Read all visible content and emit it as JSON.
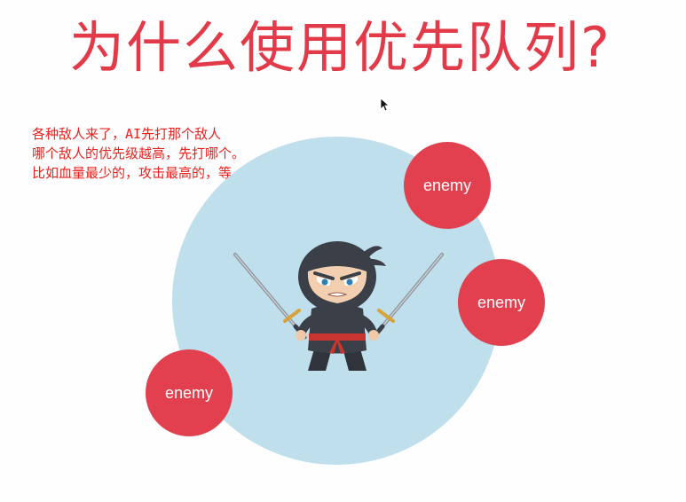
{
  "slide": {
    "title": "为什么使用优先队列?",
    "notes": [
      "各种敌人来了，AI先打那个敌人",
      "哪个敌人的优先级越高，先打哪个。",
      "比如血量最少的，攻击最高的，等。"
    ]
  },
  "illustration": {
    "enemies": [
      {
        "label": "enemy"
      },
      {
        "label": "enemy"
      },
      {
        "label": "enemy"
      }
    ],
    "icons": [
      "ninja-icon",
      "mouse-pointer-icon"
    ]
  },
  "colors": {
    "title": "#e23a48",
    "note_text": "#e8231f",
    "enemy_fill": "#e2404f",
    "arena_fill": "#bfdfec",
    "ninja_body": "#3a3f48"
  }
}
